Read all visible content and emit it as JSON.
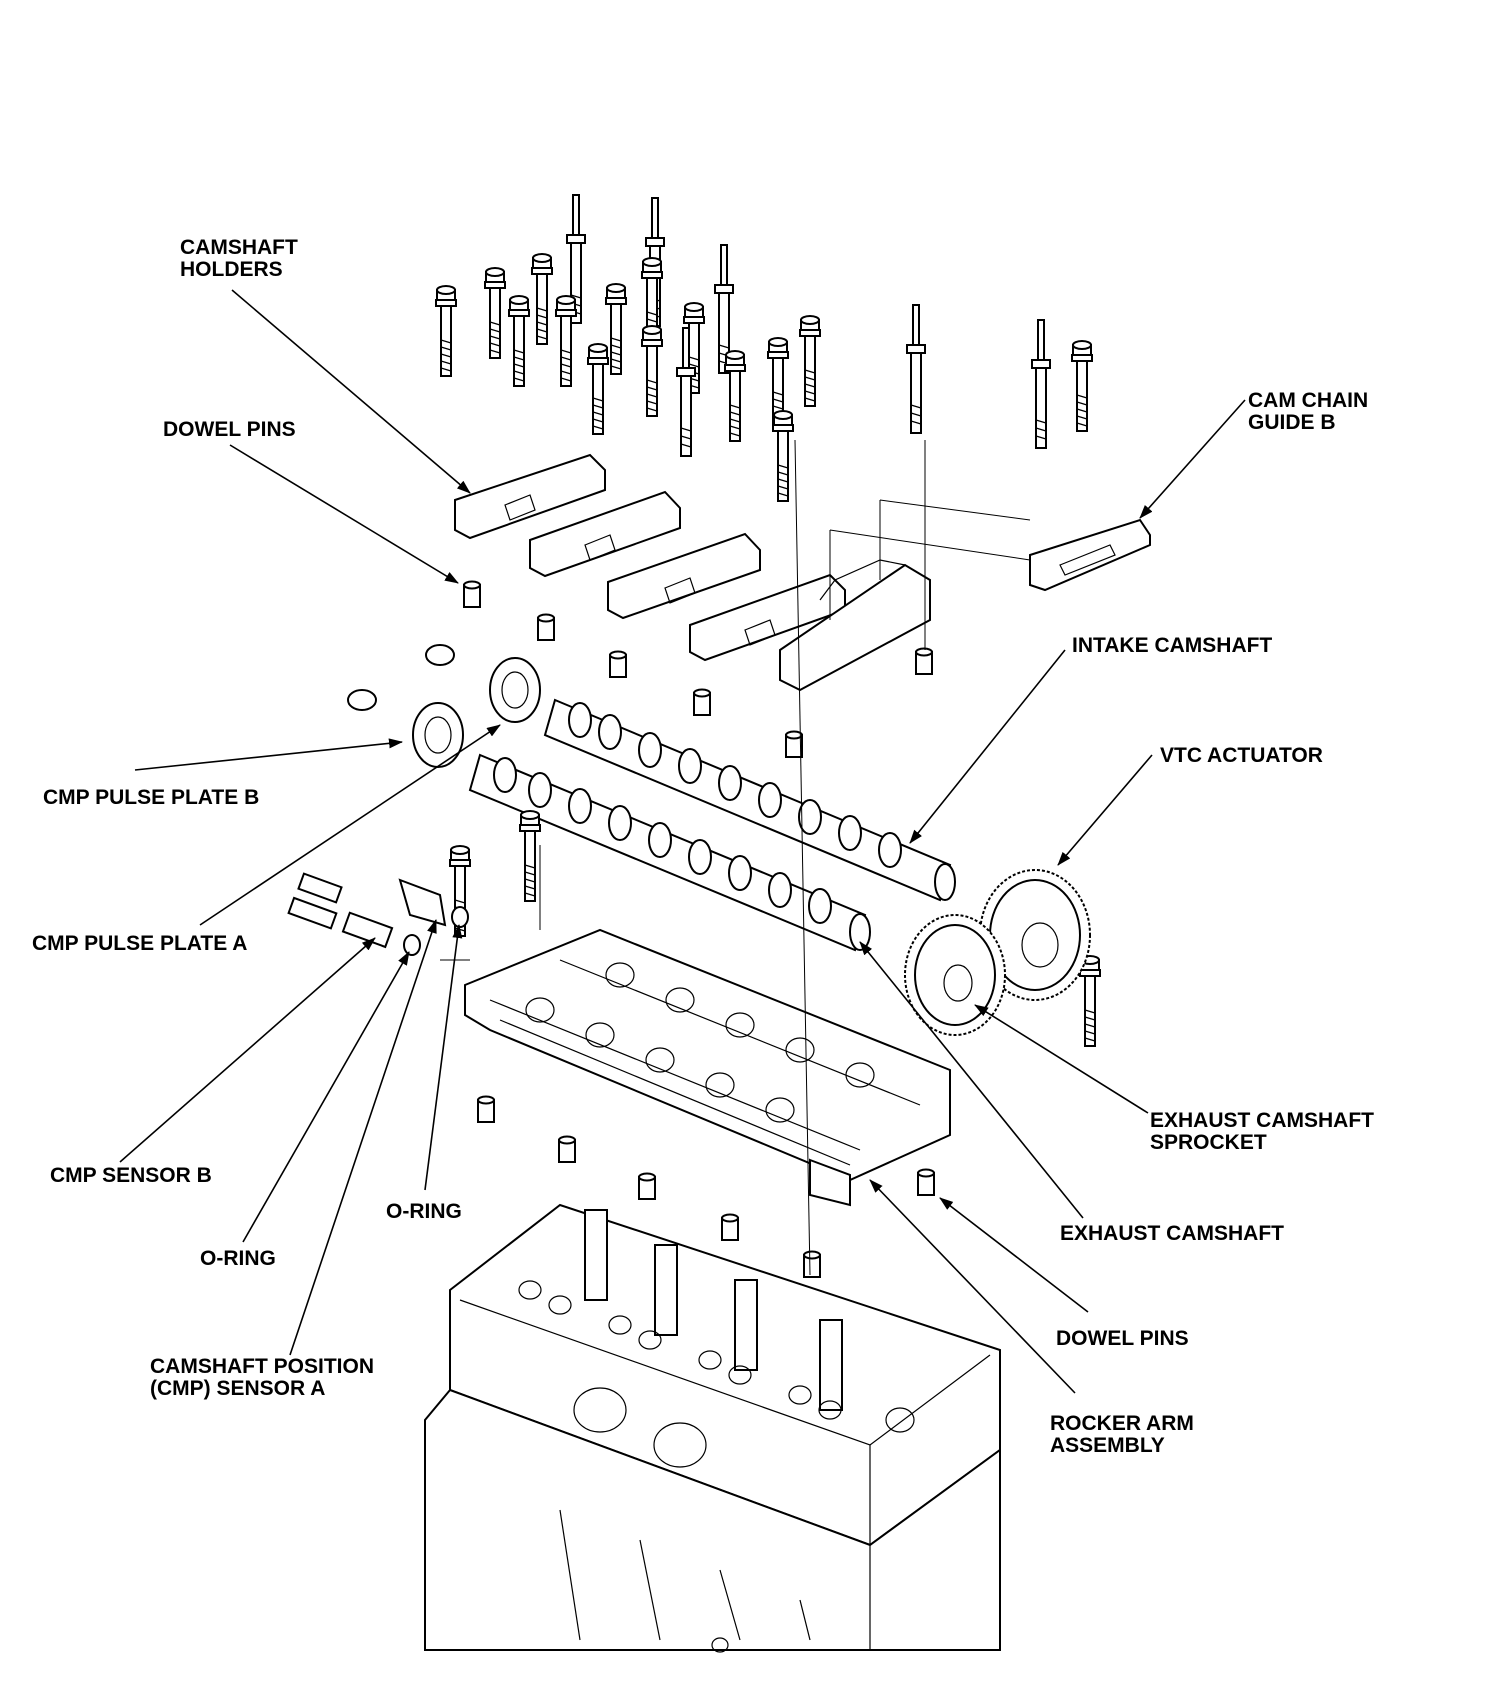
{
  "labels": {
    "camshaft_holders": [
      "CAMSHAFT",
      "HOLDERS"
    ],
    "dowel_pins_top": "DOWEL PINS",
    "cam_chain_guide_b": [
      "CAM CHAIN",
      "GUIDE B"
    ],
    "intake_camshaft": "INTAKE CAMSHAFT",
    "vtc_actuator": "VTC ACTUATOR",
    "cmp_pulse_plate_b": "CMP PULSE PLATE B",
    "cmp_pulse_plate_a": "CMP PULSE PLATE A",
    "exhaust_camshaft_sprocket": [
      "EXHAUST CAMSHAFT",
      "SPROCKET"
    ],
    "cmp_sensor_b": "CMP SENSOR B",
    "o_ring_right": "O-RING",
    "exhaust_camshaft": "EXHAUST CAMSHAFT",
    "o_ring_left": "O-RING",
    "dowel_pins_bottom": "DOWEL PINS",
    "cmp_sensor_a": [
      "CAMSHAFT POSITION",
      "(CMP) SENSOR A"
    ],
    "rocker_arm_assembly": [
      "ROCKER ARM",
      "ASSEMBLY"
    ]
  }
}
